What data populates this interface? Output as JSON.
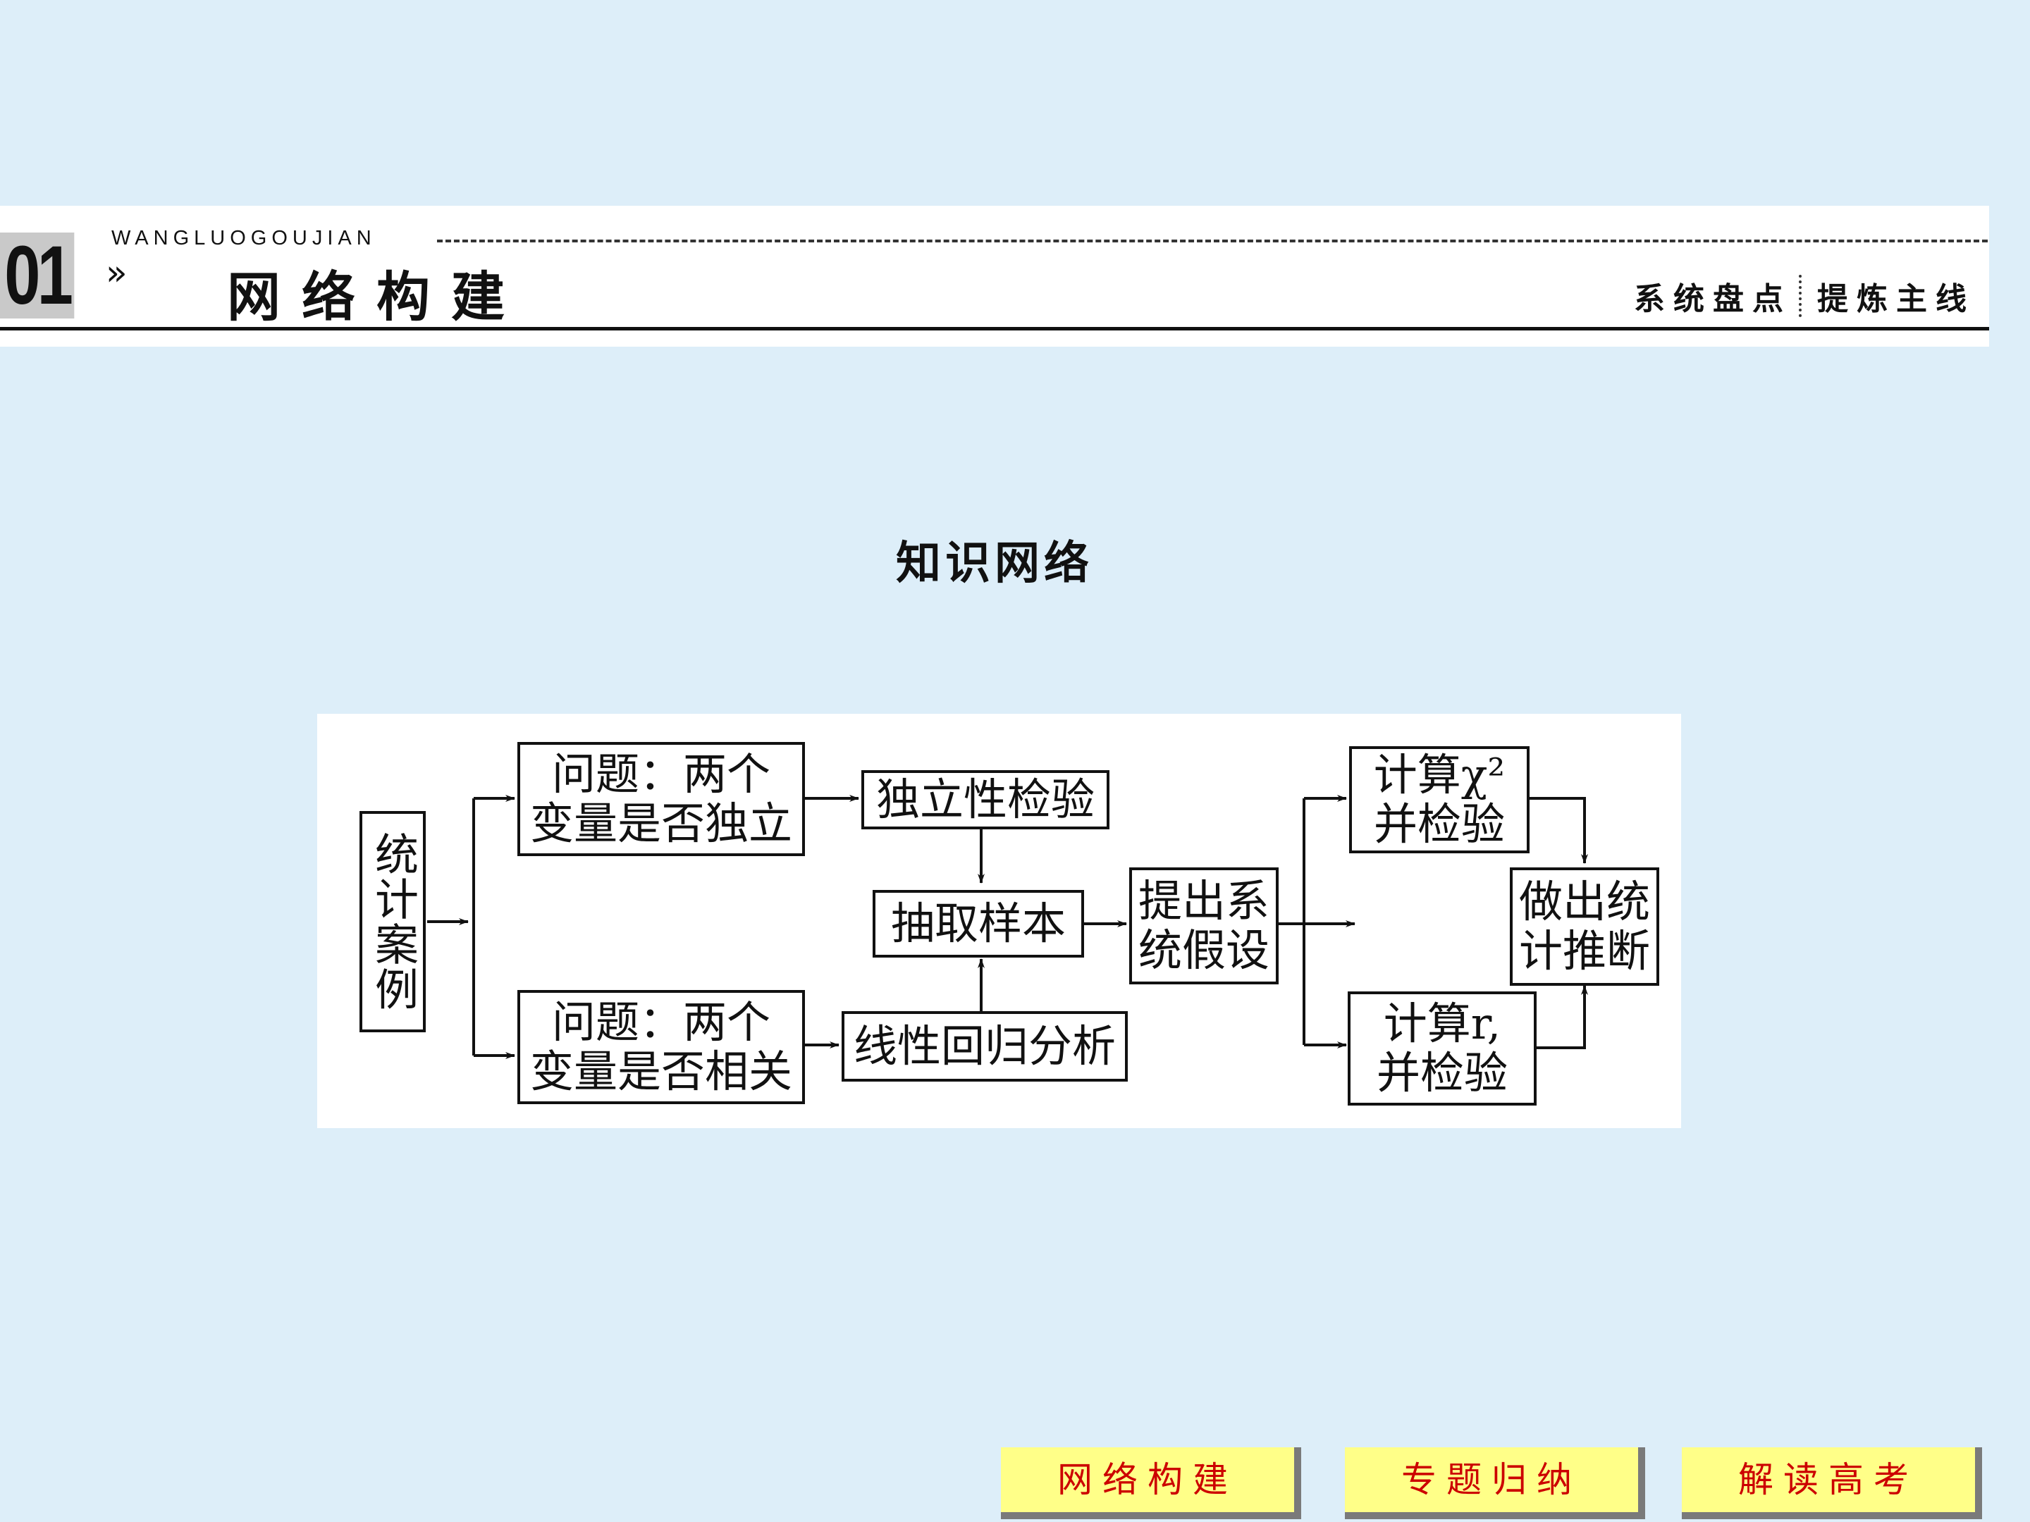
{
  "header": {
    "section_number": "01",
    "subtitle_en": "WANGLUOGOUJIAN",
    "chevron": "»",
    "title": "网络构建",
    "tag_left": "系统盘点",
    "tag_right": "提炼主线"
  },
  "heading": "知识网络",
  "diagram": {
    "root": "统计案例",
    "q_independent": "问题：两个\n变量是否独立",
    "q_correlated": "问题：两个\n变量是否相关",
    "independence_test": "独立性检验",
    "linear_regression": "线性回归分析",
    "sample": "抽取样本",
    "hypothesis": "提出系\n统假设",
    "chi_square": "计算χ²\n并检验",
    "compute_r": "计算r,\n并检验",
    "inference": "做出统\n计推断"
  },
  "nav": {
    "btn1": "网络构建",
    "btn2": "专题归纳",
    "btn3": "解读高考"
  }
}
